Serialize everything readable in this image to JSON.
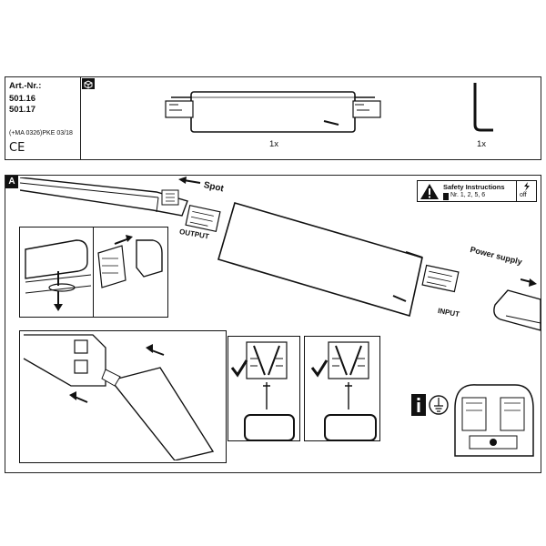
{
  "header": {
    "art_label": "Art.-Nr.:",
    "art_numbers": [
      "501.16",
      "501.17"
    ],
    "norm": "(+MA 0326)PKE 03/18",
    "ce_mark": "CE",
    "package_icon": "box-icon"
  },
  "parts": [
    {
      "name": "connector",
      "qty": "1x"
    },
    {
      "name": "allen-key",
      "qty": "1x"
    }
  ],
  "section": {
    "label": "A",
    "spot_label": "Spot",
    "output_label": "OUTPUT",
    "input_label": "INPUT",
    "power_supply_label": "Power supply"
  },
  "safety": {
    "title": "Safety Instructions",
    "ref": "Nr. 1, 2, 5, 6",
    "off_label": "off",
    "warning_icon": "warning-icon",
    "power_icon": "high-voltage-icon"
  },
  "info": {
    "info_icon": "info-icon",
    "earth_icon": "earth-icon"
  }
}
